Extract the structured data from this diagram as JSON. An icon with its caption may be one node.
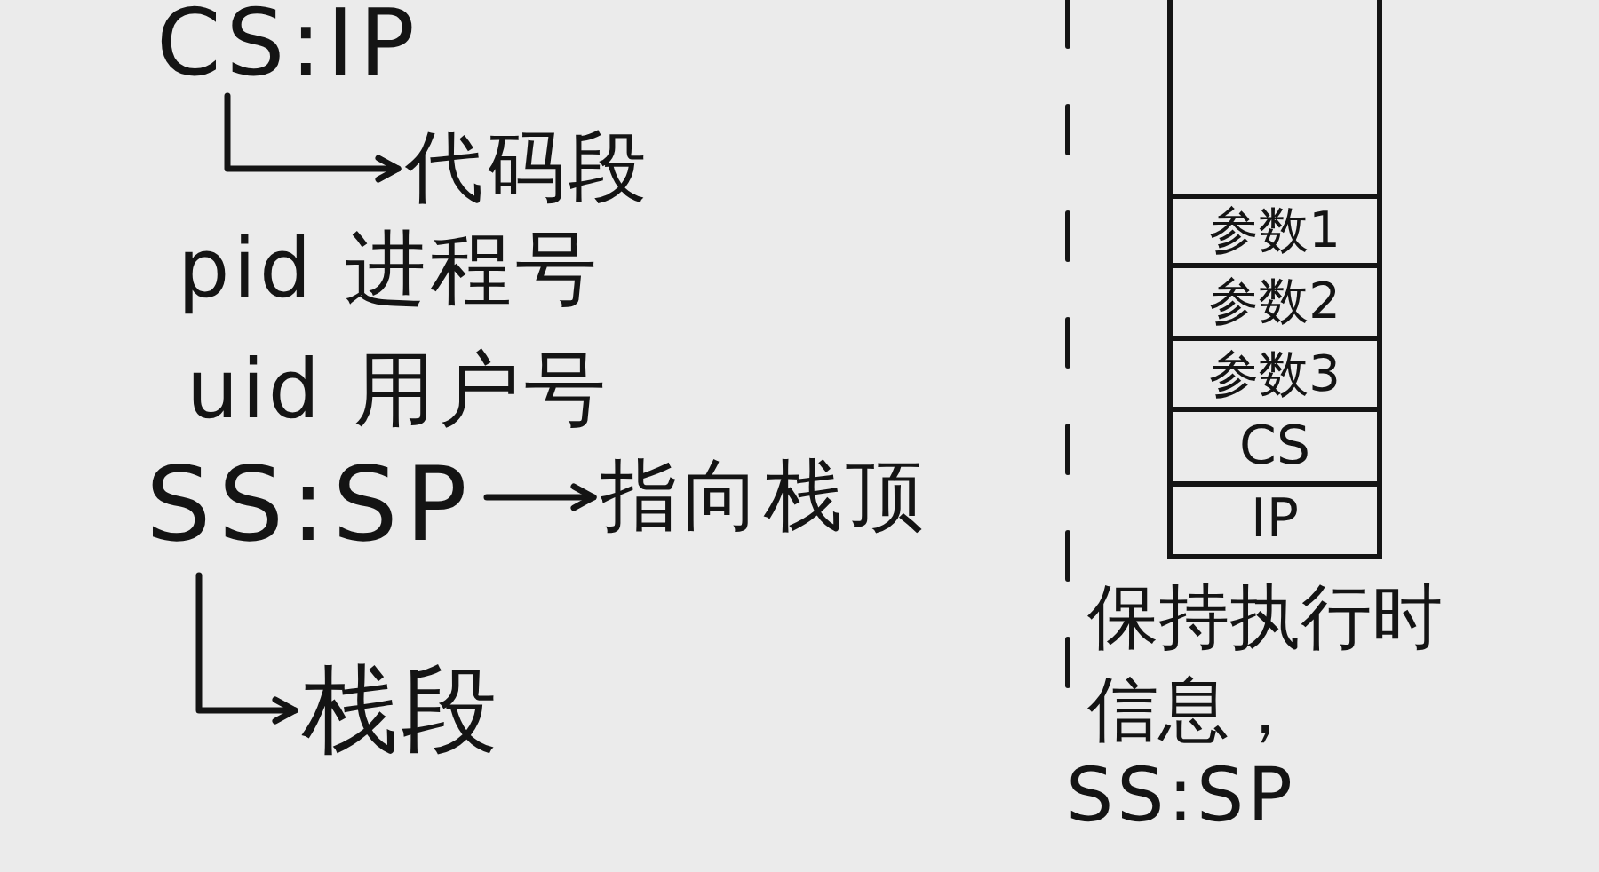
{
  "diagram": {
    "nodes": [
      {
        "text": [
          "CS:IP"
        ]
      },
      {
        "text": [
          "代码段"
        ]
      },
      {
        "text": [
          "SS:SP"
        ]
      },
      {
        "text": [
          "指向栈顶"
        ]
      },
      {
        "text": [
          "栈段"
        ]
      },
      {
        "text": [],
        "shape": "box"
      },
      {
        "text": [
          "参数1"
        ]
      },
      {
        "text": [
          "参数2"
        ]
      },
      {
        "text": [
          "参数3"
        ]
      },
      {
        "text": [
          "CS"
        ]
      },
      {
        "text": [
          "IP"
        ]
      }
    ],
    "edges": [
      {
        "from": 0,
        "to": 1,
        "arrow": "to"
      },
      {
        "from": 2,
        "to": 3,
        "arrow": "to"
      },
      {
        "from": 2,
        "to": 4,
        "arrow": "to"
      }
    ],
    "labels": [
      "pid 进程号",
      "uid 用户号",
      "保持执行时信息，",
      "SS:SP"
    ]
  }
}
